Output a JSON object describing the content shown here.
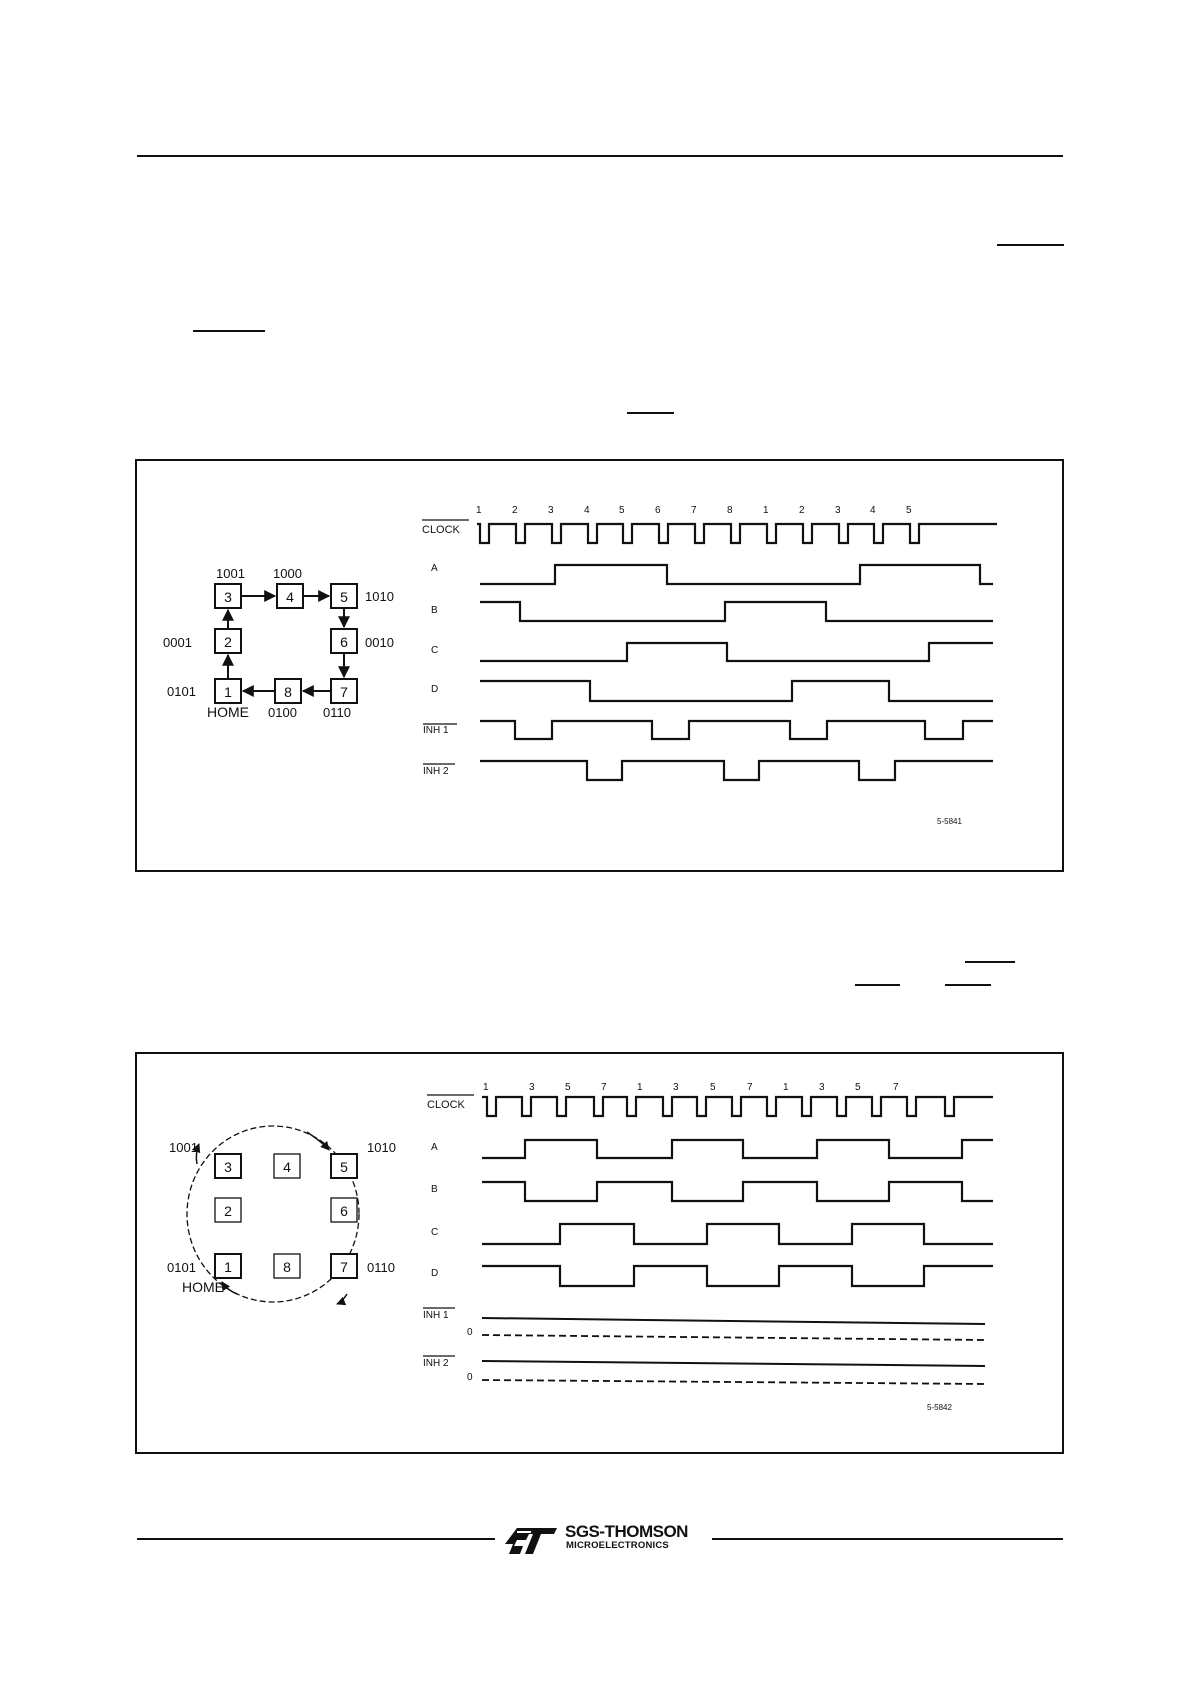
{
  "figure1": {
    "ref_code": "5-5841",
    "states": [
      {
        "id": "1",
        "code": "0101",
        "note": "HOME"
      },
      {
        "id": "2",
        "code": "0001"
      },
      {
        "id": "3",
        "code": "1001"
      },
      {
        "id": "4",
        "code": "1000"
      },
      {
        "id": "5",
        "code": "1010"
      },
      {
        "id": "6",
        "code": "0010"
      },
      {
        "id": "7",
        "code": "0110"
      },
      {
        "id": "8",
        "code": "0100"
      }
    ],
    "clock_numbers": [
      "1",
      "2",
      "3",
      "4",
      "5",
      "6",
      "7",
      "8",
      "1",
      "2",
      "3",
      "4",
      "5"
    ],
    "signal_labels": [
      "CLOCK",
      "A",
      "B",
      "C",
      "D",
      "INH 1",
      "INH 2"
    ]
  },
  "figure2": {
    "ref_code": "5-5842",
    "states": [
      "1",
      "2",
      "3",
      "4",
      "5",
      "6",
      "7",
      "8"
    ],
    "state_codes": {
      "3": "1001",
      "5": "1010",
      "1": "0101",
      "7": "0110"
    },
    "home_label": "HOME",
    "clock_numbers": [
      "1",
      "3",
      "5",
      "7",
      "1",
      "3",
      "5",
      "7",
      "1",
      "3",
      "5",
      "7"
    ],
    "signal_labels": [
      "CLOCK",
      "A",
      "B",
      "C",
      "D",
      "INH 1",
      "INH 2"
    ],
    "zero_label": "0"
  },
  "footer": {
    "brand": "SGS-THOMSON",
    "sub": "MICROELECTRONICS"
  }
}
